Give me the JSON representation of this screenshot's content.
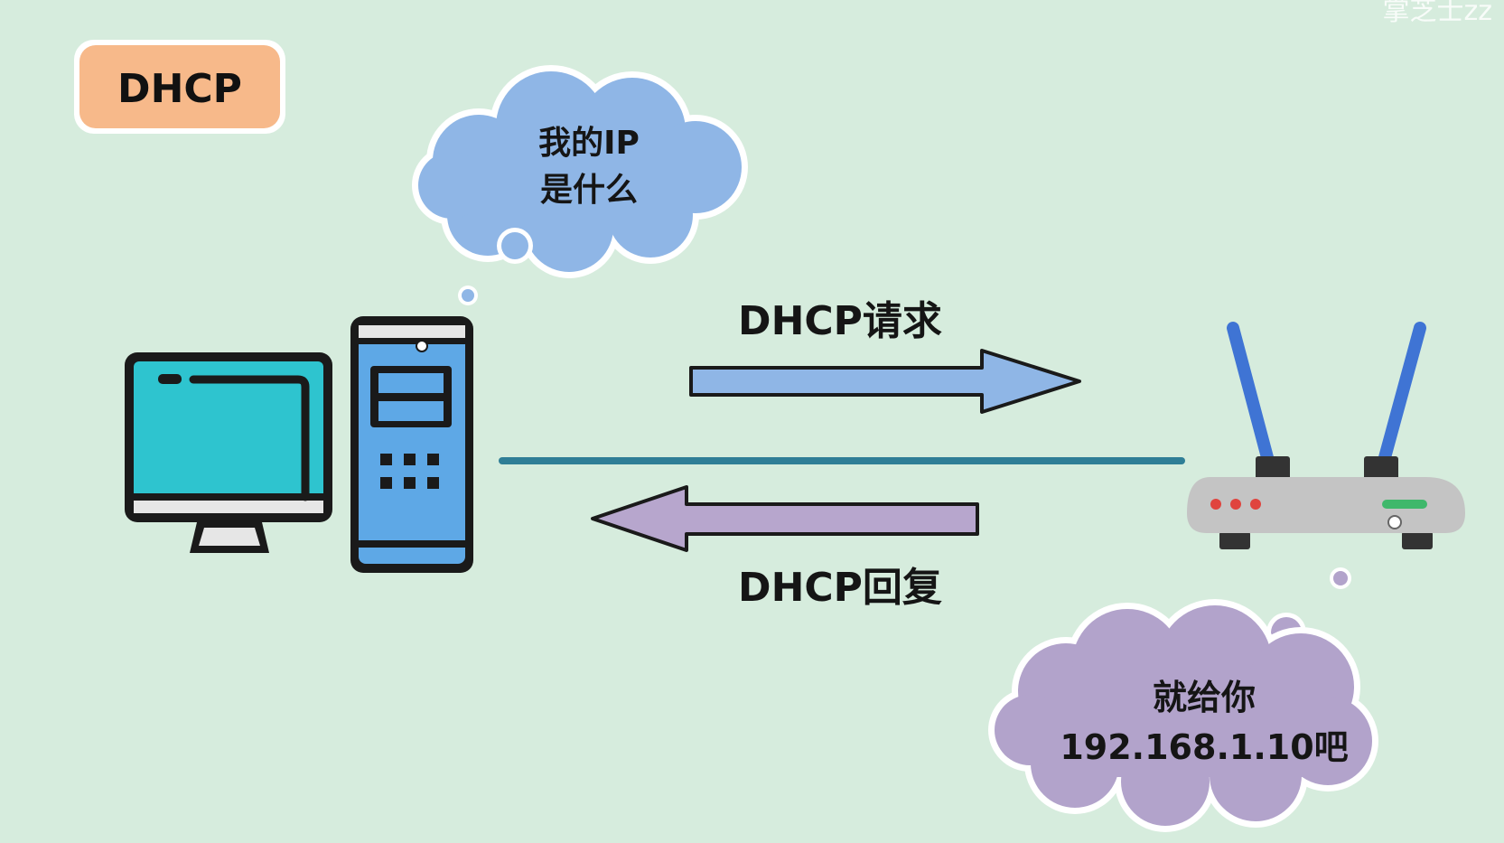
{
  "watermark": "掌芝士zz",
  "title": "DHCP",
  "client_thought": {
    "line1": "我的IP",
    "line2": "是什么"
  },
  "request_label": "DHCP请求",
  "reply_label": "DHCP回复",
  "server_thought": {
    "line1": "就给你",
    "line2": "192.168.1.10吧"
  },
  "colors": {
    "background": "#d6ecdd",
    "title_box": "#f7b98a",
    "client_cloud": "#8fb6e6",
    "server_cloud": "#b2a3cb",
    "request_arrow": "#8fb6e6",
    "reply_arrow": "#b7a6cd",
    "link_line": "#2f7e96",
    "monitor_screen": "#2ec4cf",
    "tower_body": "#5ea8e6",
    "router_body": "#c4c4c4",
    "router_antenna": "#3f74d4"
  },
  "icons": {
    "client": "desktop-computer-icon",
    "server": "wifi-router-icon"
  }
}
